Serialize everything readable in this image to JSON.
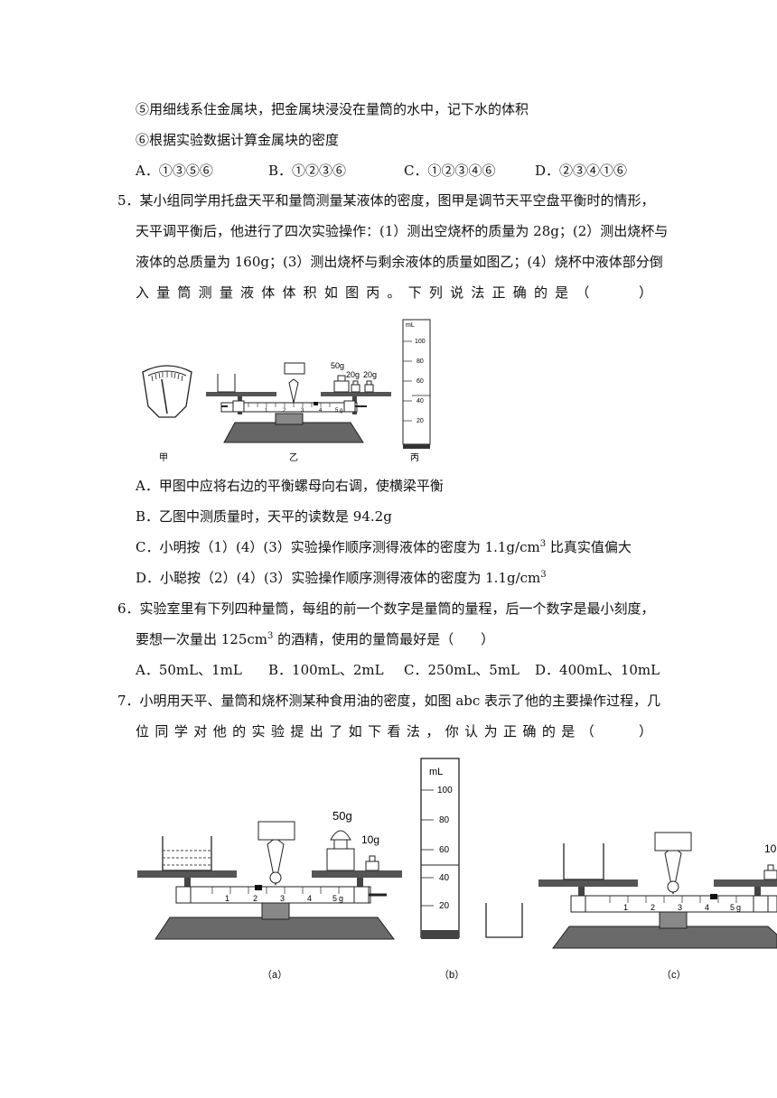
{
  "intro_steps": {
    "step5": "⑤用细线系住金属块，把金属块浸没在量筒的水中，记下水的体积",
    "step6": "⑥根据实验数据计算金属块的密度"
  },
  "q4_options": {
    "A": "A．①③⑤⑥",
    "B": "B．①②③⑥",
    "C": "C．①②③④⑥",
    "D": "D．②③④①⑥"
  },
  "q5": {
    "line1": "5．某小组同学用托盘天平和量筒测量某液体的密度，图甲是调节天平空盘平衡时的情形，",
    "line2": "天平调平衡后，他进行了四次实验操作：(1）测出空烧杯的质量为 28g；(2）测出烧杯与",
    "line3": "液体的总质量为 160g；(3）测出烧杯与剩余液体的质量如图乙；(4）烧杯中液体部分倒",
    "line4": "入量筒测量液体体积如图丙。下列说法正确的是（　　）",
    "optA": "A．甲图中应将右边的平衡螺母向右调，使横梁平衡",
    "optB": "B．乙图中测质量时，天平的读数是 94.2g",
    "optC_pre": "C．小明按（1）(4）(3）实验操作顺序测得液体的密度为 1.1g/cm",
    "optC_sup": "3",
    "optC_post": " 比真实值偏大",
    "optD_pre": "D．小聪按（2）(4）(3）实验操作顺序测得液体的密度为 1.1g/cm",
    "optD_sup": "3"
  },
  "fig5": {
    "label_jia": "甲",
    "label_yi": "乙",
    "label_bing": "丙",
    "weight_50": "50g",
    "weight_20a": "20g",
    "weight_20b": "20g",
    "cyl_unit": "mL",
    "cyl_ticks": [
      "100",
      "80",
      "60",
      "40",
      "20"
    ],
    "scale_nums": [
      "1",
      "2",
      "3",
      "4",
      "5"
    ],
    "scale_unit": "g"
  },
  "q6": {
    "line1": "6．实验室里有下列四种量筒，每组的前一个数字是量筒的量程，后一个数字是最小刻度，",
    "line2_pre": "要想一次量出 125cm",
    "line2_sup": "3",
    "line2_post": " 的酒精，使用的量筒最好是（　　）",
    "optA": "A．50mL、1mL",
    "optB": "B．100mL、2mL",
    "optC": "C．250mL、5mL",
    "optD": "D．400mL、10mL"
  },
  "q7": {
    "line1": "7．小明用天平、量筒和烧杯测某种食用油的密度，如图 abc 表示了他的主要操作过程，几",
    "line2": "位同学对他的实验提出了如下看法，你认为正确的是（　　）"
  },
  "fig7": {
    "label_a": "（a）",
    "label_b": "（b）",
    "label_c": "（c）",
    "weight_50": "50g",
    "weight_10a": "10g",
    "weight_10c": "10",
    "cyl_unit": "mL",
    "cyl_ticks": [
      "100",
      "80",
      "60",
      "40",
      "20"
    ],
    "scale_nums": [
      "1",
      "2",
      "3",
      "4",
      "5"
    ],
    "scale_unit": "g"
  }
}
